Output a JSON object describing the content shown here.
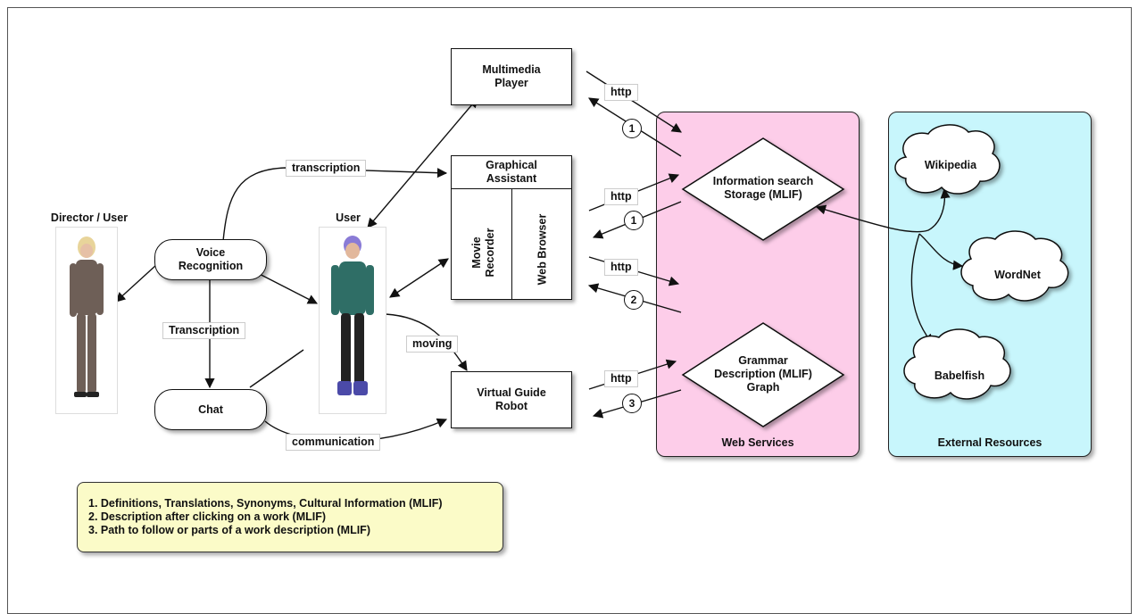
{
  "nodes": {
    "director_title": "Director / User",
    "user_title": "User",
    "voice_recognition": "Voice Recognition",
    "chat": "Chat",
    "multimedia_player": "Multimedia Player",
    "graphical_assistant": "Graphical Assistant",
    "movie_recorder": "Movie Recorder",
    "web_browser": "Web Browser",
    "virtual_guide_robot": "Virtual Guide Robot",
    "information_search": "Information search Storage (MLIF)",
    "grammar_description": "Grammar Description (MLIF) Graph",
    "wikipedia": "Wikipedia",
    "wordnet": "WordNet",
    "babelfish": "Babelfish",
    "web_services": "Web Services",
    "external_resources": "External Resources"
  },
  "edge_labels": {
    "transcription_top": "transcription",
    "transcription_mid": "Transcription",
    "moving": "moving",
    "communication": "communication",
    "http": "http",
    "one": "1",
    "two": "2",
    "three": "3"
  },
  "legend": [
    "1. Definitions, Translations, Synonyms, Cultural Information (MLIF)",
    "2. Description after clicking on a work (MLIF)",
    "3. Path to follow or parts of a work description (MLIF)"
  ],
  "colors": {
    "web_services_fill": "#fdcde9",
    "external_resources_fill": "#c8f6fc",
    "legend_fill": "#fbfbc8"
  }
}
